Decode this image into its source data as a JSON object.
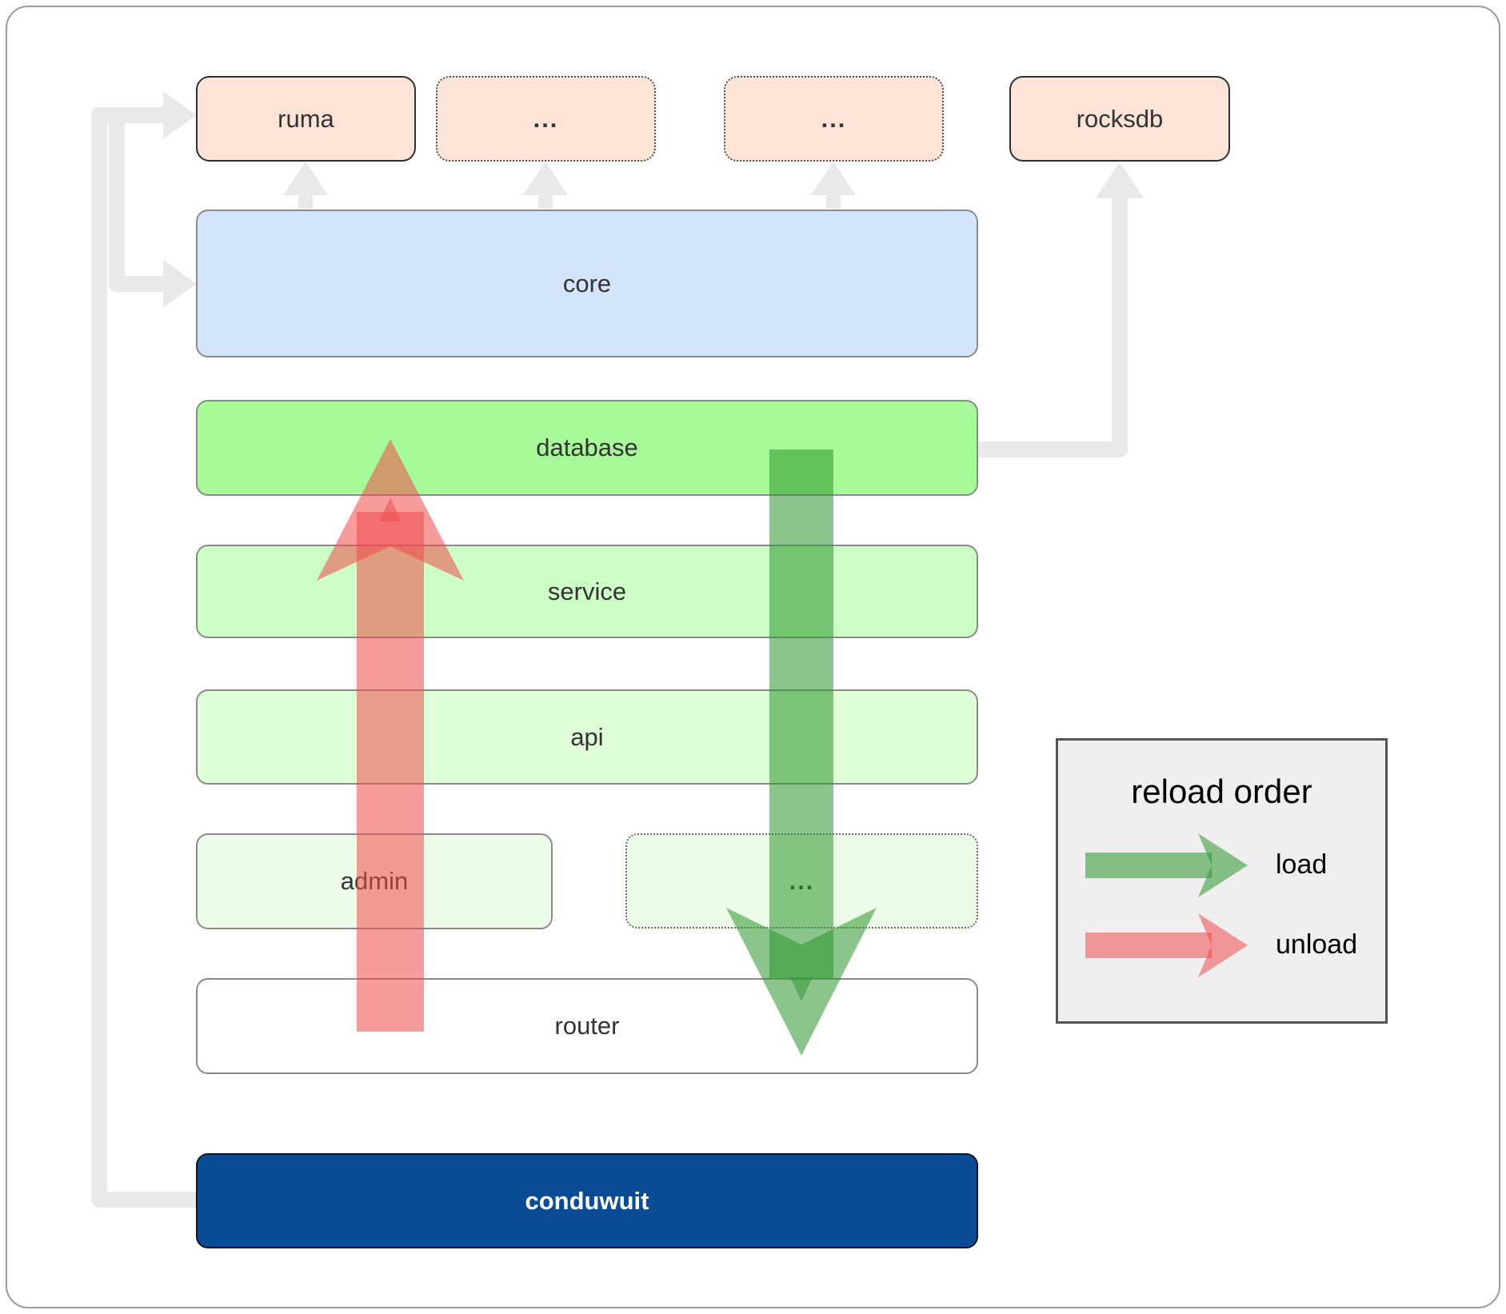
{
  "nodes": {
    "ruma": "ruma",
    "ellipsis1": "...",
    "ellipsis2": "...",
    "rocksdb": "rocksdb",
    "core": "core",
    "database": "database",
    "service": "service",
    "api": "api",
    "admin": "admin",
    "ellipsis3": "...",
    "router": "router",
    "conduwuit": "conduwuit"
  },
  "legend": {
    "title": "reload order",
    "items": [
      {
        "label": "load",
        "color": "#2c952c"
      },
      {
        "label": "unload",
        "color": "#f04a4a"
      }
    ]
  },
  "colors": {
    "c-peach": "#fde4d6",
    "c-blue": "#d2e5fb",
    "c-green1": "#a6fb98",
    "c-green2": "#ccfec5",
    "c-green3": "#ddfed6",
    "c-green4": "#edfce9",
    "c-navy": "#0b4c96",
    "c-connector": "#e9e9e9",
    "c-load": "#2c952c",
    "c-unload": "#f04a4a",
    "c-label": "#333333",
    "c-legendbg": "#efefef"
  }
}
